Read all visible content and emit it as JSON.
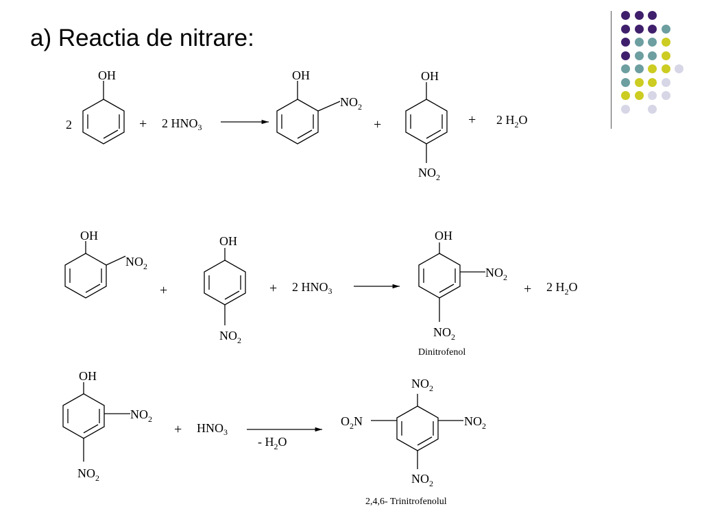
{
  "title": "a) Reactia de nitrare:",
  "colors": {
    "purple": "#3f1f6b",
    "teal": "#6d9ea0",
    "yellow": "#cccc22",
    "lavender": "#d6d6e6"
  },
  "dot_grid": [
    [
      "purple",
      "purple",
      "purple"
    ],
    [
      "purple",
      "purple",
      "purple",
      "teal"
    ],
    [
      "purple",
      "teal",
      "teal",
      "yellow"
    ],
    [
      "purple",
      "teal",
      "teal",
      "yellow"
    ],
    [
      "teal",
      "teal",
      "yellow",
      "yellow",
      "lavender"
    ],
    [
      "teal",
      "yellow",
      "yellow",
      "lavender"
    ],
    [
      "yellow",
      "yellow",
      "lavender",
      "lavender"
    ],
    [
      "lavender",
      "",
      "lavender"
    ]
  ],
  "labels": {
    "OH": "OH",
    "NO": "NO",
    "sub2": "2",
    "sub3": "3",
    "O": "O",
    "N": "N",
    "H": "H",
    "coef2": "2",
    "plus": "+",
    "hno": "HNO",
    "coef2_hno": "2 HNO",
    "coef2_h": "2 H",
    "minus_h": "- H",
    "dinitro": "Dinitrofenol",
    "trinitro": "2,4,6- Trinitrofenolul"
  }
}
